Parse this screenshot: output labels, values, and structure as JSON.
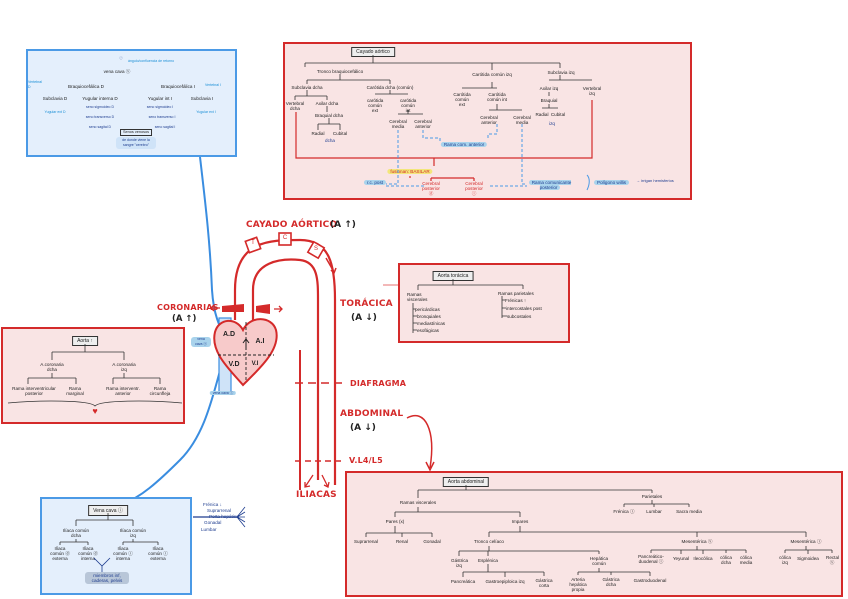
{
  "labels": {
    "cayado": "CAYADO AÓRTICO",
    "cayado_dir": "(A ↑)",
    "arch_t": "T",
    "arch_c": "C",
    "arch_s": "S",
    "coronarias": "CORONARIAS",
    "coronarias_dir": "(A ↑)",
    "toracica": "TORÁCICA",
    "toracica_dir": "(A ↓)",
    "diafragma": "DIAFRAGMA",
    "abdominal": "ABDOMINAL",
    "abdominal_dir": "(A ↓)",
    "vertebra": "V.L4/L5",
    "iliacas": "ILIACAS",
    "ad": "A.D",
    "ai": "A.I",
    "vd": "V.D",
    "vi": "V.I",
    "vena_cava_sup": "vena cava ⓢ",
    "vena_cava_inf": "vena cava ⓘ"
  },
  "venous_upper": {
    "top_note": "ángulo/confluencia de retorno",
    "root": "vena cava ⓢ",
    "braquio_d": "Braquiocefálica D",
    "braquio_i": "Braquiocefálica I",
    "vertebral_d": "Vertebral D",
    "vertebral_i": "Vertebral I",
    "subclavia_d": "Subclavia D",
    "yugular_int_d": "Yugular interna D",
    "yugular_int_i": "Yugular int I",
    "subclavia_i": "Subclavia I",
    "yugular_ext_d": "Yugular ext D",
    "yugular_ext_i": "Yugular ext I",
    "seno_sigmoideo_d": "seno sigmoideo D",
    "seno_sigmoideo_i": "seno sigmoideo I",
    "seno_transverso_d": "seno transverso D",
    "seno_transverso_i": "seno transverso I",
    "seno_sagital_d": "seno sagital D",
    "seno_sagital_i": "seno sagital I",
    "senos_venosos": "Senos venosos",
    "note": "de donde viene la sangre \"cerebro\""
  },
  "cayado_aortico": {
    "title": "Cayado aórtico",
    "tronco": "Tronco braquiocefálico",
    "carotida_comun_izq": "Carótida común izq",
    "subclavia_izq": "Subclavia izq",
    "subclavia_dcha": "Subclavia dcha",
    "carotida_dcha": "Carótida dcha (común)",
    "vertebral_dcha": "Vertebral dcha",
    "axilar_dcha": "Axilar dcha",
    "braquial_dcha": "Braquial dcha",
    "radial_d": "Radial",
    "cubital_d": "Cubital",
    "dcha": "dcha",
    "carotida_ext_d": "carótida común ext",
    "carotida_int_d": "carótida común int",
    "cerebral_media_d": "Cerebral media",
    "cerebral_ant_d": "Cerebral anterior",
    "carotida_ext_i": "Carótida común ext",
    "carotida_int_i": "Carótida común int",
    "cerebral_ant_i": "Cerebral anterior",
    "cerebral_media_i": "Cerebral media",
    "axilar_izq": "Axilar izq",
    "braquial_izq": "Braquial",
    "vertebral_izq": "Vertebral izq",
    "radial_i": "Radial",
    "cubital_i": "Cubital",
    "izq": "izq",
    "rama_com_ant": "Rama com. anterior",
    "basilar": "fusionan: BASILAR",
    "cerebral_post_1": "Cerebral posterior ⓓ",
    "cerebral_post_2": "Cerebral posterior ⓘ",
    "com_post": "r.c. post",
    "rama_com_post": "Rama comunicante posterior",
    "poligono": "Polígono willis",
    "irrigan": "→ irrigan hemisferios"
  },
  "aorta_toracica": {
    "title": "Aorta torácica",
    "viscerales": "Ramas viscerales",
    "parietales": "Ramas parietales",
    "visc_items": [
      "pericárdicas",
      "bronquiales",
      "mediastínicas",
      "esofágicas"
    ],
    "par_items": [
      "Frénicas ↑",
      "intercostales post",
      "subcostales"
    ]
  },
  "aorta_asc": {
    "title": "Aorta ↑",
    "cor_dcha": "A.coronaria dcha",
    "cor_izq": "A.coronaria izq",
    "interventricular_post": "Rama interventricular posterior",
    "marginal": "Rama marginal",
    "interventricular_ant": "Rama interventr. anterior",
    "circunfleja": "Rama circunfleja",
    "heart_glyph": "♥"
  },
  "vena_cava_inf": {
    "title": "Vena cava ⓘ",
    "iliaca_comun_d": "Ilíaca común dcha",
    "iliaca_comun_i": "Ilíaca común izq",
    "iliaca_ext_d": "Ilíaca común ⓓ externa",
    "iliaca_int_d": "Ilíaca común ⓓ interna",
    "iliaca_int_i": "Ilíaca común ⓘ interna",
    "iliaca_ext_i": "Ilíaca común ⓘ externa",
    "note": "miembros inf, caderas, pelvis",
    "side_items": [
      "Frénica ↓",
      "Suprarrenal",
      "Porta hepática",
      "Gonadal",
      "Lumbar"
    ]
  },
  "aorta_abdominal": {
    "title": "Aorta abdominal",
    "viscerales": "Ramas viscerales",
    "parietales": "Parietales",
    "par_items": [
      "Frénica ⓘ",
      "Lumbar",
      "Sacra media"
    ],
    "pares": "Pares (x)",
    "pares_items": [
      "Suprarrenal",
      "Renal",
      "Gonadal"
    ],
    "impares": "Impares",
    "tronco_celiaco": "Tronco celíaco",
    "celiaco_items": [
      "Gástrica izq",
      "Esplénica",
      "Hepática común"
    ],
    "esplenica_items": [
      "Pancreática",
      "Gastroepiploica izq",
      "Gástrica corta"
    ],
    "hepatica_items": [
      "Arteria hepática propia",
      "Gástrica dcha",
      "Gastroduodenal"
    ],
    "mes_sup": "Mesentérica ⓢ",
    "mes_sup_items": [
      "Pancreático-duodenal ⓘ",
      "Yeyunal",
      "Ileocólica",
      "cólica dcha",
      "cólica media"
    ],
    "mes_inf": "Mesentérica ⓘ",
    "mes_inf_items": [
      "cólica izq",
      "Sigmoidea",
      "Rectal ⓢ"
    ]
  },
  "colors": {
    "red": "#d42a2a",
    "pink_bg": "#f9e4e4",
    "blue_line": "#4b9ae6",
    "blue_bg": "#e4effc",
    "navy": "#1d3c8f"
  }
}
